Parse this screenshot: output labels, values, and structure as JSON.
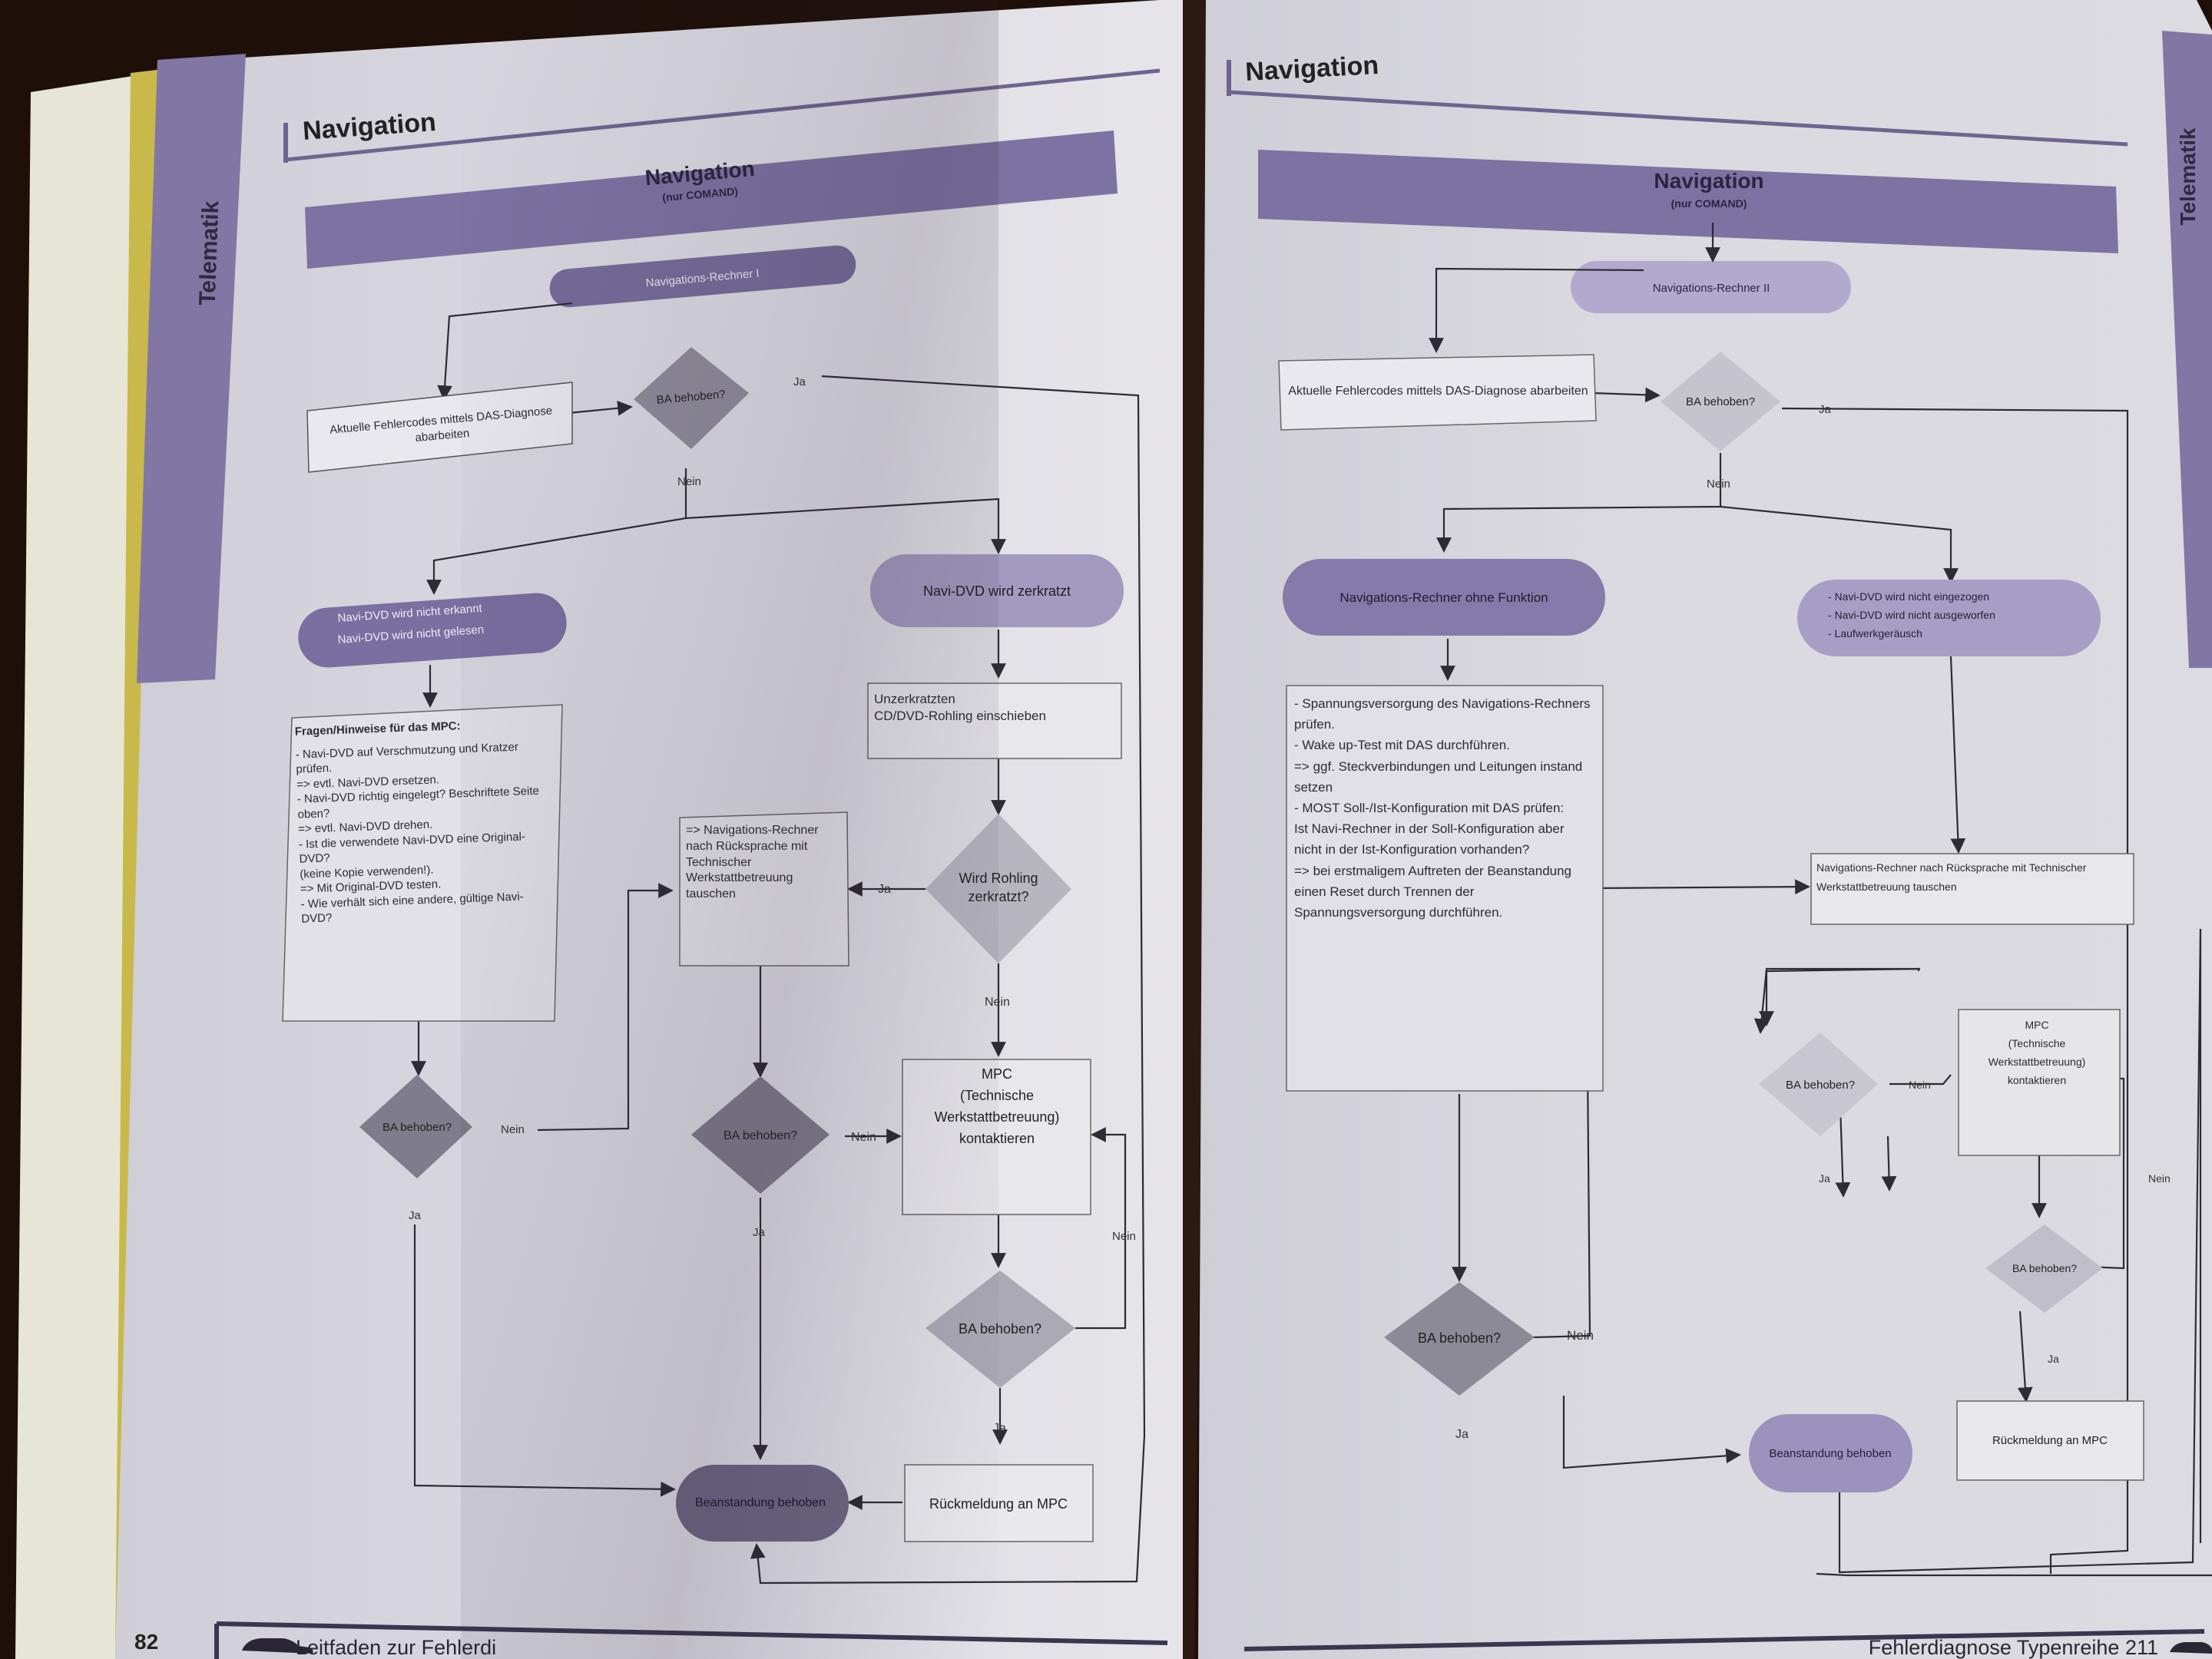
{
  "left_page": {
    "page_title": "Navigation",
    "side_tab": "Telematik",
    "page_number": "82",
    "footer_text": "Leitfaden zur Fehlerdi",
    "flowchart": {
      "banner_title": "Navigation",
      "banner_subtitle": "(nur COMAND)",
      "start": "Navigations-Rechner I",
      "step_fehlercodes": "Aktuelle Fehlercodes mittels DAS-Diagnose abarbeiten",
      "decision_ba": "BA behoben?",
      "label_ja": "Ja",
      "label_nein": "Nein",
      "state_nicht_erkannt": [
        "Navi-DVD wird nicht erkannt",
        "Navi-DVD wird nicht gelesen"
      ],
      "state_zerkratzt": "Navi-DVD wird zerkratzt",
      "box_fragen_title": "Fragen/Hinweise für das MPC:",
      "box_fragen_lines": [
        "- Navi-DVD auf Verschmutzung und Kratzer prüfen.",
        "  => evtl. Navi-DVD ersetzen.",
        "- Navi-DVD richtig eingelegt? Beschriftete Seite",
        "  oben?",
        "  => evtl. Navi-DVD drehen.",
        "- Ist die verwendete Navi-DVD eine Original-DVD?",
        "  (keine Kopie verwenden!).",
        "  => Mit Original-DVD testen.",
        "- Wie verhält sich eine andere, gültige Navi-DVD?"
      ],
      "box_rohling": [
        "Unzerkratzten",
        "CD/DVD-Rohling einschieben"
      ],
      "decision_rohling": [
        "Wird Rohling",
        "zerkratzt?"
      ],
      "box_rechner_tauschen": [
        "=> Navigations-Rechner",
        "nach Rücksprache mit",
        "Technischer",
        "Werkstattbetreuung",
        "tauschen"
      ],
      "box_mpc": [
        "MPC",
        "(Technische",
        "Werkstattbetreuung)",
        "kontaktieren"
      ],
      "box_rueckmeldung": "Rückmeldung an MPC",
      "end": "Beanstandung behoben"
    }
  },
  "right_page": {
    "page_title": "Navigation",
    "side_tab": "Telematik",
    "footer_text": "Fehlerdiagnose Typenreihe 211",
    "flowchart": {
      "banner_title": "Navigation",
      "banner_subtitle": "(nur COMAND)",
      "start": "Navigations-Rechner II",
      "step_fehlercodes": "Aktuelle Fehlercodes mittels DAS-Diagnose abarbeiten",
      "decision_ba": "BA behoben?",
      "label_ja": "Ja",
      "label_nein": "Nein",
      "state_ohne_funktion": "Navigations-Rechner ohne Funktion",
      "state_nicht_eingezogen": [
        "- Navi-DVD wird nicht eingezogen",
        "- Navi-DVD wird nicht ausgeworfen",
        "- Laufwerkgeräusch"
      ],
      "box_spannung_lines": [
        "- Spannungsversorgung des Navigations-Rechners",
        "  prüfen.",
        "- Wake up-Test mit DAS durchführen.",
        "  => ggf. Steckverbindungen und Leitungen instand",
        "  setzen",
        "- MOST Soll-/Ist-Konfiguration mit DAS prüfen:",
        "  Ist Navi-Rechner in der Soll-Konfiguration aber",
        "  nicht in der Ist-Konfiguration vorhanden?",
        "  => bei erstmaligem Auftreten der Beanstandung",
        "  einen Reset durch Trennen der",
        "  Spannungsversorgung durchführen."
      ],
      "box_rechner_tauschen": [
        "Navigations-Rechner nach Rücksprache mit Technischer",
        "Werkstattbetreuung tauschen"
      ],
      "box_mpc": [
        "MPC",
        "(Technische",
        "Werkstattbetreuung)",
        "kontaktieren"
      ],
      "box_rueckmeldung": "Rückmeldung an MPC",
      "end": "Beanstandung behoben"
    }
  },
  "colors": {
    "purple_dark": "#6f6491",
    "purple_mid": "#8c82ad",
    "purple_light": "#b9b0d4",
    "diamond": "#9a99a5",
    "paper": "#dedde3",
    "ink": "#2d2b33"
  }
}
